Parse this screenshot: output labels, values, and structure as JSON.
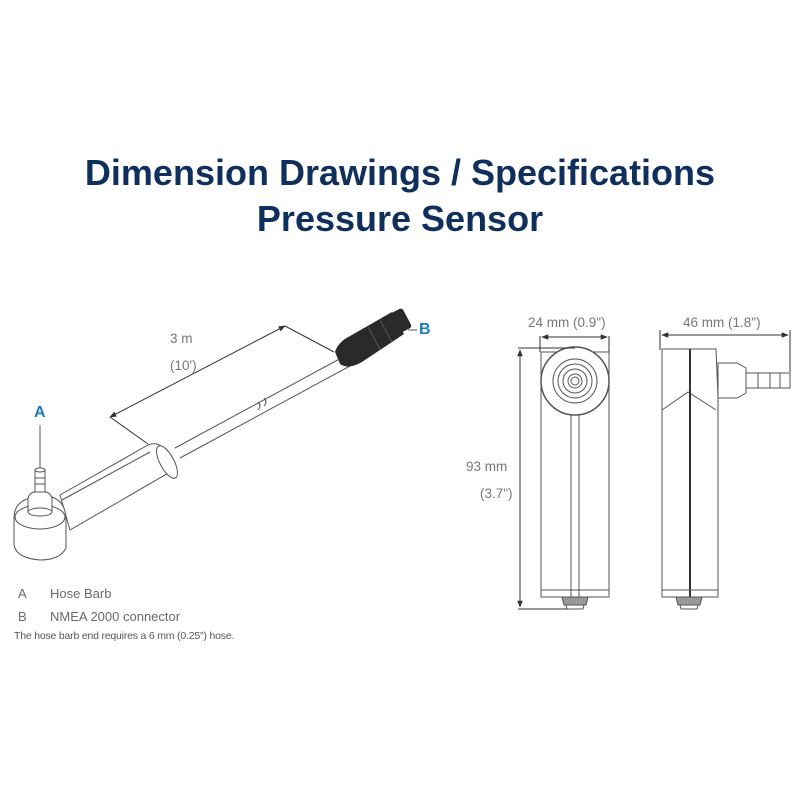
{
  "title": {
    "line1": "Dimension Drawings / Specifications",
    "line2": "Pressure Sensor"
  },
  "colors": {
    "title": "#0f2f5c",
    "callout": "#1f7bb6",
    "dimension_text": "#777777",
    "line": "#555555",
    "connector": "#2a2a2a"
  },
  "isometric_view": {
    "cable_length_metric": "3 m",
    "cable_length_imperial": "(10')",
    "callouts": [
      {
        "key": "A",
        "part": "hose-barb"
      },
      {
        "key": "B",
        "part": "nmea-2000-connector"
      }
    ]
  },
  "front_view": {
    "width_label": "24 mm (0.9\")",
    "height_label_metric": "93 mm",
    "height_label_imperial": "(3.7\")"
  },
  "side_view": {
    "depth_label": "46 mm (1.8\")"
  },
  "legend": {
    "items": [
      {
        "key": "A",
        "label": "Hose Barb"
      },
      {
        "key": "B",
        "label": "NMEA 2000 connector"
      }
    ],
    "note": "The hose barb end requires a 6 mm (0.25\") hose."
  }
}
